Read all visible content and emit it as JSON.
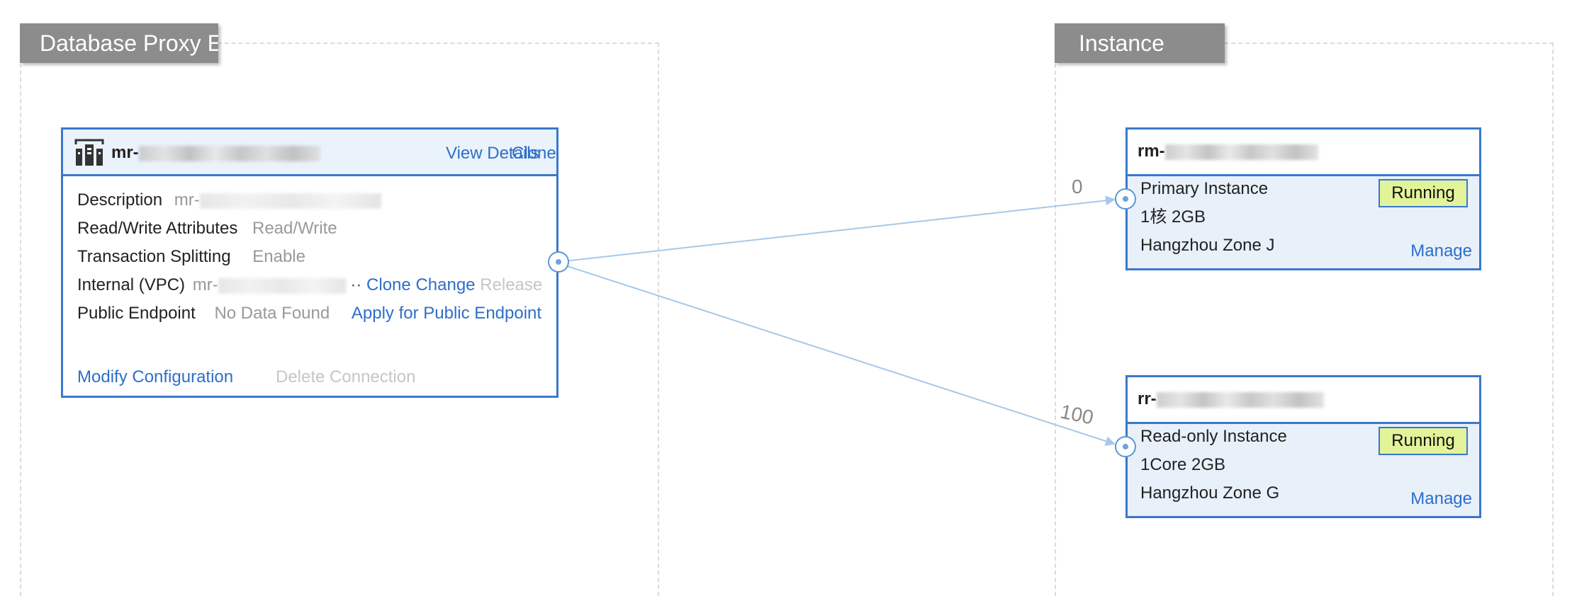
{
  "sections": {
    "proxy_title": "Database Proxy E",
    "instance_title": "Instance"
  },
  "proxy": {
    "id_prefix": "mr-",
    "view_details": "View Details",
    "clone": "Clone",
    "rows": {
      "description_label": "Description",
      "description_value": "mr-",
      "rw_label": "Read/Write Attributes",
      "rw_value": "Read/Write",
      "split_label": "Transaction Splitting",
      "split_value": "Enable",
      "vpc_label": "Internal (VPC)",
      "vpc_value": "mr-",
      "vpc_ellipsis": "··",
      "vpc_clone": "Clone",
      "vpc_change": "Change",
      "vpc_release": "Release",
      "public_label": "Public Endpoint",
      "public_value": "No Data Found",
      "public_apply": "Apply for Public Endpoint"
    },
    "modify": "Modify Configuration",
    "delete": "Delete Connection",
    "icon": "proxy-server-icon"
  },
  "links": {
    "weight_primary": "0",
    "weight_readonly": "100"
  },
  "primary": {
    "id_prefix": "rm-",
    "role": "Primary Instance",
    "spec": "1核 2GB",
    "zone": "Hangzhou Zone J",
    "status": "Running",
    "manage": "Manage"
  },
  "readonly": {
    "id_prefix": "rr-",
    "role": "Read-only Instance",
    "spec": "1Core 2GB",
    "zone": "Hangzhou Zone G",
    "status": "Running",
    "manage": "Manage"
  },
  "colors": {
    "accent": "#3a78cc",
    "link": "#2d6fc9",
    "running_badge": "#e3f39a",
    "connector": "#a6c8ea"
  }
}
